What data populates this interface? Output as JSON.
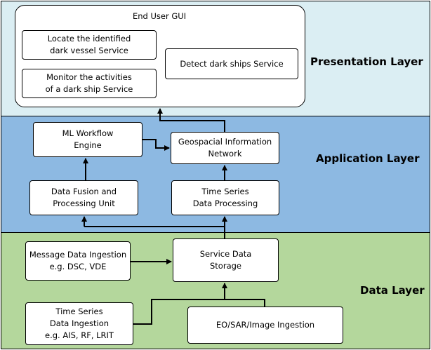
{
  "layers": {
    "presentation": {
      "title": "Presentation Layer",
      "color": "#dbeef3"
    },
    "application": {
      "title": "Application Layer",
      "color": "#8db9e2"
    },
    "data": {
      "title": "Data Layer",
      "color": "#b4d79c"
    }
  },
  "gui": {
    "title": "End User GUI",
    "locate": "Locate the identified\ndark vessel Service",
    "monitor": "Monitor the activities\nof a dark ship Service",
    "detect": "Detect dark ships Service"
  },
  "application": {
    "ml_workflow": "ML Workflow\nEngine",
    "geospatial": "Geospacial Information\nNetwork",
    "data_fusion": "Data Fusion and\nProcessing Unit",
    "time_series_processing": "Time Series\nData Processing"
  },
  "data": {
    "message_ingestion": "Message Data Ingestion\ne.g. DSC, VDE",
    "service_storage": "Service Data\nStorage",
    "time_series_ingestion": "Time Series\nData Ingestion\ne.g. AIS, RF, LRIT",
    "eo_ingestion": "EO/SAR/Image Ingestion"
  }
}
